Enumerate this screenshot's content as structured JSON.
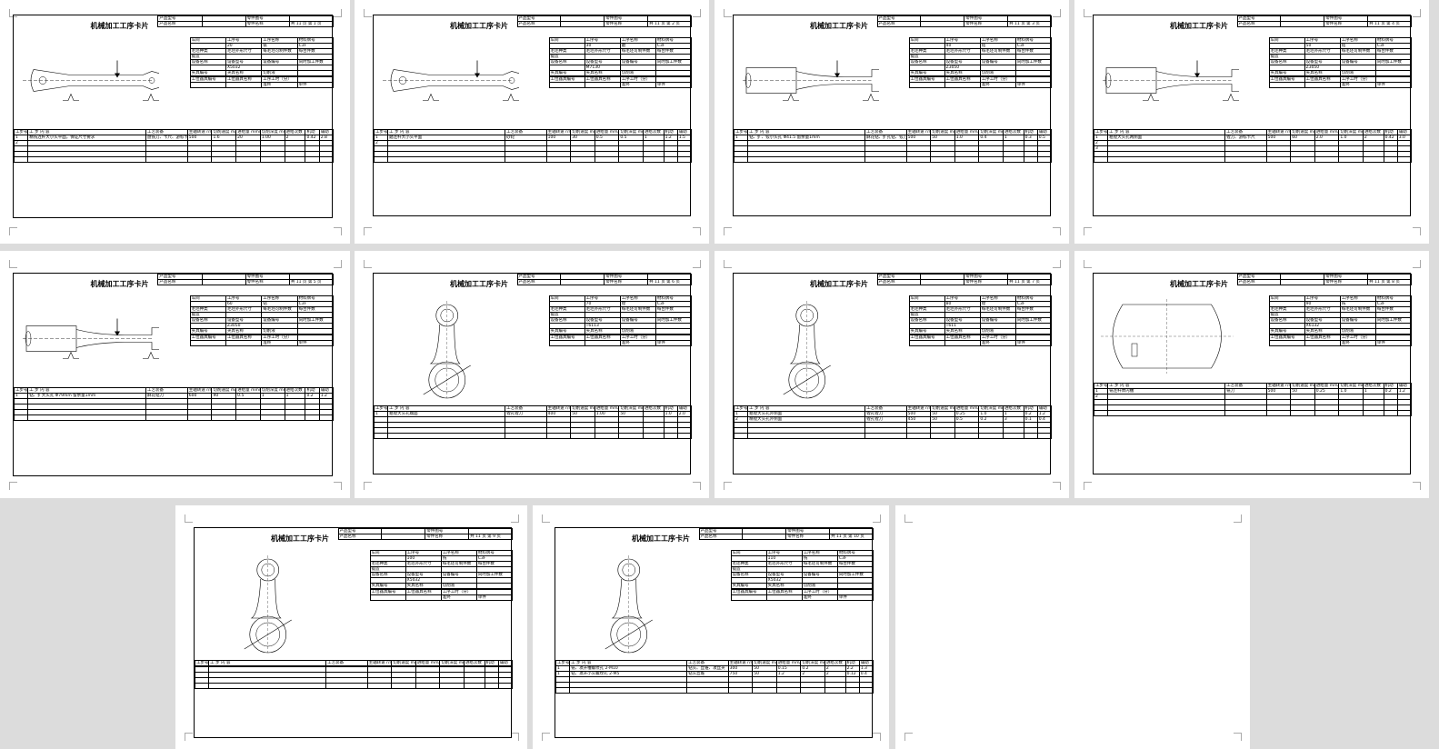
{
  "card_title": "机械加工工序卡片",
  "info_labels": [
    "产品型号",
    "零件图号",
    "产品名称",
    "零件名称",
    "共",
    "页",
    "第",
    "页"
  ],
  "info_rows": [
    [
      "车间",
      "工序号",
      "工序名称",
      "材料牌号"
    ],
    [
      "毛坯种类",
      "毛坯外形尺寸",
      "每毛坯可制件数",
      "每台件数"
    ],
    [
      "锻造",
      "",
      "",
      ""
    ],
    [
      "设备名称",
      "设备型号",
      "设备编号",
      "同时加工件数"
    ],
    [
      "夹具编号",
      "夹具名称",
      "切削液"
    ],
    [
      "工位器具编号",
      "工位器具名称",
      "工序工时（分）"
    ],
    [
      "准终",
      "单件"
    ]
  ],
  "ops_headers": [
    "工步号",
    "工  步  内  容",
    "工艺装备",
    "主轴转速 r/min",
    "切削速度 m/min",
    "进给量 mm/r",
    "切削深度 mm",
    "进给次数",
    "机动",
    "辅助"
  ],
  "material": "C3F",
  "pages": [
    {
      "total": "11",
      "no": "1",
      "op_no": "20",
      "op_name": "铣",
      "equip": "X5032",
      "steps": [
        [
          "1",
          "精铣连杆大小头平面，保证尺寸要求",
          "盘铣刀、卡尺、游标卡尺",
          "500",
          "1.6",
          "20",
          "1.00",
          "2",
          "0.42",
          "2.8"
        ],
        [
          "2",
          "",
          "",
          "",
          "",
          "",
          "",
          "",
          "",
          ""
        ]
      ]
    },
    {
      "total": "11",
      "no": "2",
      "op_no": "30",
      "op_name": "磨",
      "equip": "M7130",
      "steps": [
        [
          "1",
          "磨连杆大小头平面",
          "砂轮",
          "100",
          "30",
          "0.5",
          "0.5",
          "1",
          "1.2",
          "1.5"
        ],
        [
          "2",
          "",
          "",
          "",
          "",
          "",
          "",
          "",
          "",
          ""
        ]
      ]
    },
    {
      "total": "11",
      "no": "3",
      "op_no": "40",
      "op_name": "钻",
      "equip": "Z3050",
      "steps": [
        [
          "1",
          "钻、扩、铰小头孔 Φ41.5 留余量1mm",
          "麻花钻、扩孔钻、铰刀",
          "500",
          "50",
          "1.0",
          "0.4",
          "1",
          "0.3",
          "0.5"
        ]
      ]
    },
    {
      "total": "11",
      "no": "4",
      "op_no": "50",
      "op_name": "钻",
      "equip": "Z3050",
      "steps": [
        [
          "1",
          "粗镗大头孔两侧面",
          "镗刀、游标卡尺",
          "500",
          "60",
          "2.0",
          "1.0",
          "2",
          "0.42",
          "3.0"
        ],
        [
          "2",
          "",
          "",
          "",
          "",
          "",
          "",
          "",
          "",
          ""
        ],
        [
          "3",
          "",
          "",
          "",
          "",
          "",
          "",
          "",
          "",
          ""
        ]
      ]
    },
    {
      "total": "11",
      "no": "5",
      "op_no": "60",
      "op_name": "钻",
      "equip": "Z3050",
      "steps": [
        [
          "1",
          "钻、扩大头孔 Φ79mm 留余量1mm",
          "麻花钻刀",
          "600",
          "90",
          "0.5",
          "1",
          "1",
          "0.2",
          "1.2"
        ]
      ]
    },
    {
      "total": "11",
      "no": "6",
      "op_no": "70",
      "op_name": "镗",
      "equip": "T6113",
      "steps": [
        [
          "1",
          "粗镗大头孔端面",
          "镗孔镗刀",
          "400",
          "50",
          "1.00",
          "50",
          "",
          "1.0",
          "2.0"
        ]
      ]
    },
    {
      "total": "11",
      "no": "7",
      "op_no": "80",
      "op_name": "镗",
      "equip": "T611",
      "steps": [
        [
          "1",
          "粗镗大头孔外侧面",
          "镗孔镗刀",
          "500",
          "50",
          "0.25",
          "1.0",
          "1",
          "0.2",
          "1.2"
        ],
        [
          "2",
          "精镗大头孔外侧面",
          "镗孔镗刀",
          "450",
          "50",
          "0.5",
          "0.2",
          "3",
          "0.1",
          "0.4"
        ]
      ]
    },
    {
      "total": "11",
      "no": "8",
      "op_no": "90",
      "op_name": "铣",
      "equip": "X6132",
      "steps": [
        [
          "1",
          "铣连杆体内槽",
          "铣刀",
          "500",
          "50",
          "0.25",
          "1.0",
          "1",
          "0.2",
          "1.2"
        ],
        [
          "2",
          "",
          "",
          "",
          "",
          "",
          "",
          "",
          "",
          ""
        ]
      ]
    },
    {
      "total": "11",
      "no": "9",
      "op_no": "100",
      "op_name": "铣",
      "equip": "X5032",
      "steps": []
    },
    {
      "total": "11",
      "no": "10",
      "op_no": "110",
      "op_name": "铣",
      "equip": "X5032",
      "steps": [
        [
          "1",
          "铣、攻开槽螺纹孔 2-M10",
          "钻头、丝锥、攻丝夹",
          "300",
          "50",
          "0.15",
          "0.2",
          "2",
          "2.2",
          "1.3"
        ],
        [
          "1",
          "钻、攻开小头螺纹孔 2-M5",
          "钻头丝锥",
          "750",
          "50",
          "1.2",
          "2",
          "2",
          "0.12",
          "0.4"
        ]
      ]
    }
  ]
}
